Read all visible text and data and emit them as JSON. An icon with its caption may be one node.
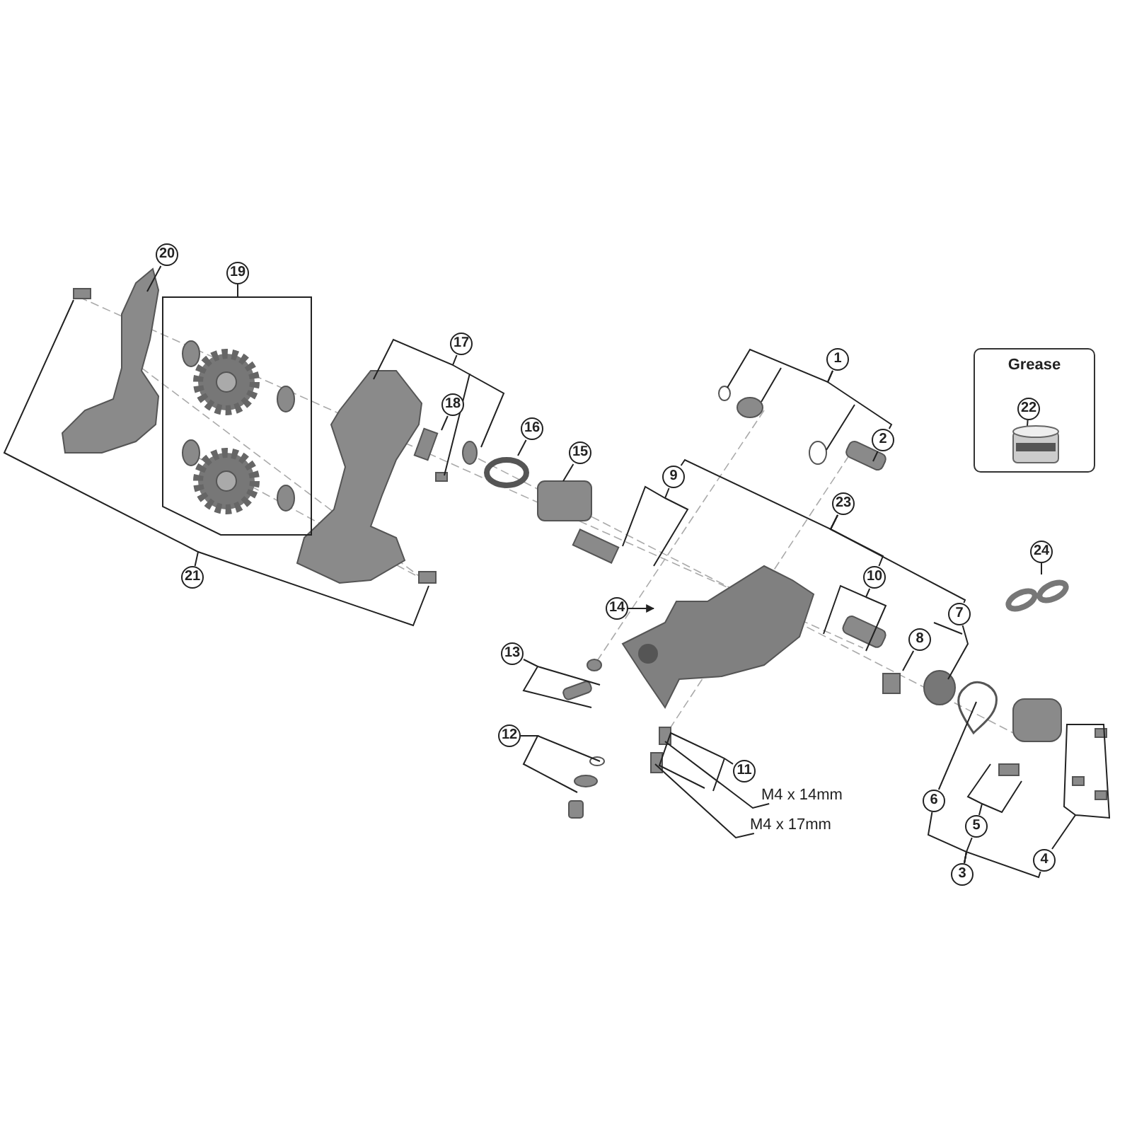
{
  "diagram": {
    "nodes": [
      {
        "text": [
          "20"
        ]
      },
      {
        "text": [
          "19"
        ]
      },
      {
        "text": [
          "17"
        ]
      },
      {
        "text": [
          "1"
        ]
      },
      {
        "text": [
          "Grease"
        ]
      },
      {
        "text": [
          "22"
        ],
        "in": 4
      },
      {
        "text": [
          "18"
        ]
      },
      {
        "text": [
          "2"
        ]
      },
      {
        "text": [
          "16"
        ]
      },
      {
        "text": [
          "15"
        ]
      },
      {
        "text": [
          "9"
        ]
      },
      {
        "text": [
          "23"
        ]
      },
      {
        "text": [
          "24"
        ]
      },
      {
        "text": [
          "21"
        ]
      },
      {
        "text": [
          "10"
        ]
      },
      {
        "text": [
          "14"
        ]
      },
      {
        "text": [
          "7"
        ]
      },
      {
        "text": [
          "8"
        ]
      },
      {
        "text": [
          "13"
        ]
      },
      {
        "text": [
          "12"
        ]
      },
      {
        "text": [
          "11"
        ]
      },
      {
        "text": [
          "M4 x 14mm"
        ]
      },
      {
        "text": [
          "6"
        ]
      },
      {
        "text": [
          "M4 x 17mm"
        ]
      },
      {
        "text": [
          "5"
        ]
      },
      {
        "text": [
          "4"
        ]
      },
      {
        "text": [
          "3"
        ]
      }
    ],
    "edges": [
      {
        "from": 0,
        "to": null,
        "arrow": "none"
      },
      {
        "from": 1,
        "to": null,
        "arrow": "none"
      },
      {
        "from": 2,
        "to": null,
        "arrow": "none"
      },
      {
        "from": 3,
        "to": null,
        "arrow": "none"
      },
      {
        "from": 5,
        "to": null,
        "arrow": "none"
      },
      {
        "from": 6,
        "to": null,
        "arrow": "none"
      },
      {
        "from": 7,
        "to": null,
        "arrow": "none"
      },
      {
        "from": 8,
        "to": null,
        "arrow": "none"
      },
      {
        "from": 9,
        "to": null,
        "arrow": "none"
      },
      {
        "from": 10,
        "to": null,
        "arrow": "none"
      },
      {
        "from": 11,
        "to": 10,
        "arrow": "none"
      },
      {
        "from": 12,
        "to": null,
        "arrow": "none"
      },
      {
        "from": 13,
        "to": null,
        "arrow": "none"
      },
      {
        "from": 14,
        "to": null,
        "arrow": "none"
      },
      {
        "from": 15,
        "to": null,
        "arrow": "to"
      },
      {
        "from": 16,
        "to": null,
        "arrow": "none"
      },
      {
        "from": 17,
        "to": null,
        "arrow": "none"
      },
      {
        "from": 18,
        "to": null,
        "arrow": "none"
      },
      {
        "from": 19,
        "to": null,
        "arrow": "none"
      },
      {
        "from": 20,
        "to": null,
        "arrow": "none"
      },
      {
        "from": 21,
        "to": null,
        "arrow": "none"
      },
      {
        "from": 22,
        "to": null,
        "arrow": "none"
      },
      {
        "from": 23,
        "to": null,
        "arrow": "none"
      },
      {
        "from": 24,
        "to": null,
        "arrow": "none"
      },
      {
        "from": 25,
        "to": null,
        "arrow": "none"
      },
      {
        "from": 26,
        "to": 25,
        "arrow": "none"
      },
      {
        "from": 11,
        "to": 16,
        "arrow": "none"
      },
      {
        "from": 11,
        "to": 14,
        "arrow": "none"
      },
      {
        "from": 26,
        "to": 24,
        "arrow": "none"
      },
      {
        "from": 26,
        "to": 22,
        "arrow": "none"
      },
      {
        "from": 3,
        "to": 7,
        "arrow": "none"
      }
    ]
  }
}
